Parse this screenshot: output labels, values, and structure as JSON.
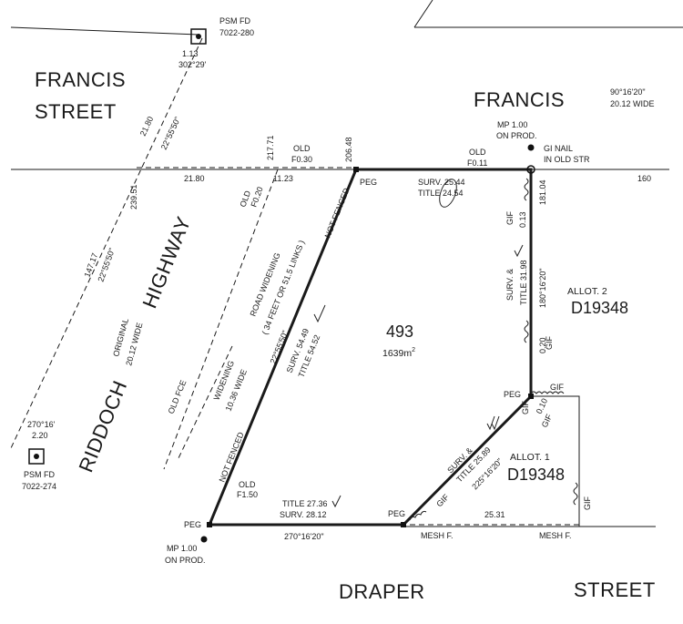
{
  "streets": {
    "francis_top_left_1": "FRANCIS",
    "francis_top_left_2": "STREET",
    "francis_right": "FRANCIS",
    "riddoch": "RIDDOCH",
    "highway": "HIGHWAY",
    "draper": "DRAPER",
    "street_bottom": "STREET"
  },
  "survey_marks": {
    "psm_top_1": "PSM FD",
    "psm_top_2": "7022-280",
    "psm_bottom_1": "PSM FD",
    "psm_bottom_2": "7022-274",
    "mp_top_1": "MP 1.00",
    "mp_top_2": "ON PROD.",
    "mp_bottom_1": "MP 1.00",
    "mp_bottom_2": "ON PROD.",
    "gi_nail_1": "GI NAIL",
    "gi_nail_2": "IN OLD STR"
  },
  "dimensions": {
    "d_1_13": "1.13",
    "d_302_29": "302°29'",
    "d_21_80_diag": "21.80",
    "d_22_55_50_top": "22°55'50\"",
    "d_217_71": "217.71",
    "d_old_f030_1": "OLD",
    "d_old_f030_2": "F0.30",
    "d_206_48": "206.48",
    "d_21_80_h": "21.80",
    "d_11_23": "11.23",
    "d_239_51": "239.51",
    "d_old_f020_1": "OLD",
    "d_old_f020_2": "F0.20",
    "d_147_17": "147.17",
    "d_22_55_50_left": "22°55'50\"",
    "original_1": "ORIGINAL",
    "original_2": "20.12 WIDE",
    "road_widening_1": "ROAD WIDENING",
    "road_widening_2": "( 34 FEET OR 51.5 LINKS )",
    "widening_1": "WIDENING",
    "widening_2": "10.36 WIDE",
    "old_fce": "OLD FCE",
    "not_fenced_top": "NOT FENCED",
    "not_fenced_bottom": "NOT FENCED",
    "d_22_55_50_diag": "22°55'50\"",
    "surv_54_49": "SURV. 54.49",
    "title_54_52": "TITLE 54.52",
    "d_270_16_left": "270°16'",
    "d_2_20": "2.20",
    "old_f011_1": "OLD",
    "old_f011_2": "F0.11",
    "surv_25_44": "SURV. 25.44",
    "title_24_54": "TITLE 24.54",
    "d_181_04": "181.04",
    "d_160": "160",
    "d_90_16_20": "90°16'20\"",
    "d_20_12_wide": "20.12 WIDE",
    "gif_1": "GIF",
    "d_0_13": "0.13",
    "surv_title_right_1": "SURV. &",
    "surv_title_right_2": "TITLE 31.98",
    "d_180_16_20": "180°16'20\"",
    "d_0_20": "0.20",
    "gif_2": "GIF",
    "peg_top": "PEG",
    "peg_right": "PEG",
    "peg_bottom_left": "PEG",
    "peg_bottom_mid": "PEG",
    "gif_3": "GIF",
    "d_0_10": "0.10",
    "gif_4": "GIF",
    "gif_5": "GIF",
    "surv_title_diag_1": "SURV. &",
    "surv_title_diag_2": "TITLE 25.89",
    "d_225_16_20": "225°16'20\"",
    "gif_6": "GIF",
    "old_f150_1": "OLD",
    "old_f150_2": "F1.50",
    "title_27_36": "TITLE 27.36",
    "surv_28_12": "SURV. 28.12",
    "d_270_16_20_bottom": "270°16'20\"",
    "d_25_31": "25.31",
    "mesh_f_1": "MESH F.",
    "mesh_f_2": "MESH F.",
    "gif_7": "GIF"
  },
  "lots": {
    "lot_number": "493",
    "lot_area": "1639m",
    "lot_area_sup": "2",
    "allot2_1": "ALLOT. 2",
    "allot2_2": "D19348",
    "allot1_1": "ALLOT. 1",
    "allot1_2": "D19348"
  }
}
